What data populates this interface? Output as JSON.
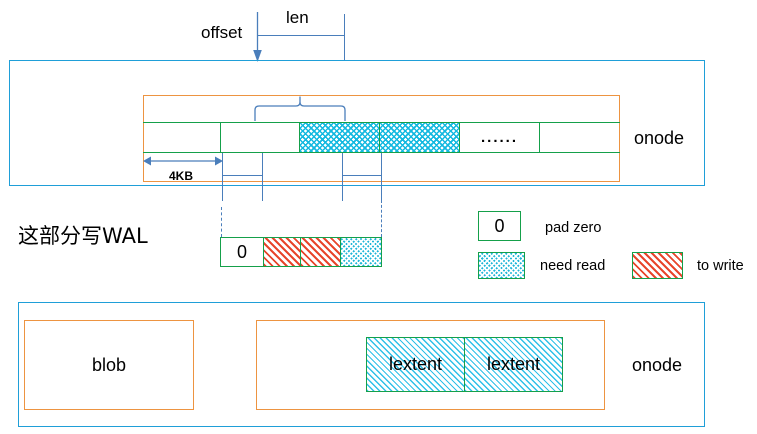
{
  "diagram": {
    "title": "BlueStore onode / blob / lextent WAL write diagram",
    "colors": {
      "outer_box": "#1f9fd8",
      "inner_box": "#ed9441",
      "cell_border": "#15a04a",
      "need_read": "#1fb6d8",
      "to_write": "#e8462c",
      "leader": "#4a7ebb"
    }
  },
  "top": {
    "offset_label": "offset",
    "len_label": "len",
    "onode_label": "onode",
    "size_label": "4KB",
    "ellipsis": "......"
  },
  "middle": {
    "wal_note": "这部分写WAL",
    "pad_value": "0"
  },
  "legend": {
    "pad_zero": {
      "swatch_value": "0",
      "label": "pad zero"
    },
    "need_read": {
      "label": "need read"
    },
    "to_write": {
      "label": "to write"
    }
  },
  "bottom": {
    "blob_label": "blob",
    "onode_label": "onode",
    "lextents": [
      "lextent",
      "lextent"
    ]
  }
}
